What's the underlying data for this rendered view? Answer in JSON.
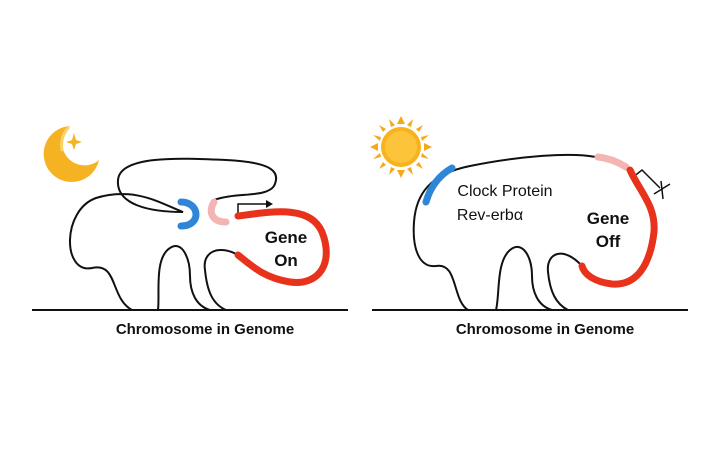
{
  "left_panel": {
    "icon": "moon-icon",
    "gene_label_line1": "Gene",
    "gene_label_line2": "On",
    "caption": "Chromosome in Genome"
  },
  "right_panel": {
    "icon": "sun-icon",
    "protein_label_line1": "Clock Protein",
    "protein_label_line2": "Rev-erbα",
    "gene_label_line1": "Gene",
    "gene_label_line2": "Off",
    "caption": "Chromosome in Genome"
  },
  "colors": {
    "dna": "#111111",
    "gene": "#e8321c",
    "clock_protein": "#2f86d6",
    "enhancer": "#f4b4b4",
    "moon": "#f5b323",
    "sun": "#f5a91a"
  }
}
